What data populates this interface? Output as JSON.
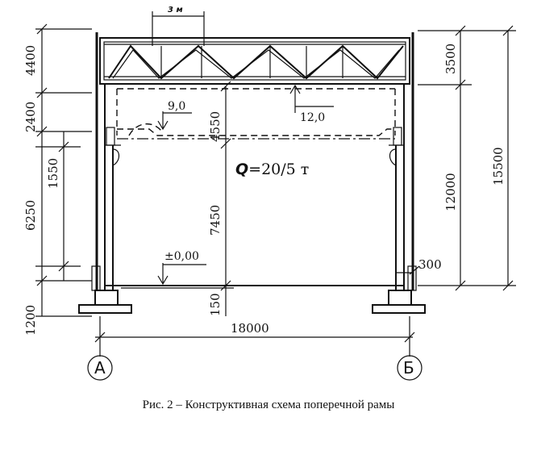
{
  "caption": "Рис. 2 – Конструктивная схема поперечной рамы",
  "truss_bay": "3 м",
  "load": {
    "q_symbol": "Q",
    "value": "=20/5 т"
  },
  "axes": {
    "left": "А",
    "right": "Б"
  },
  "span": "18000",
  "left_dims": [
    "4400",
    "2400",
    "1550",
    "6250",
    "1200"
  ],
  "inner_dims": [
    "4550",
    "7450",
    "150"
  ],
  "right_dims": [
    "3500",
    "12000",
    "15500"
  ],
  "offset": "300",
  "levels": {
    "rail": "12,0",
    "crane": "9,0",
    "floor": "±0,00"
  }
}
